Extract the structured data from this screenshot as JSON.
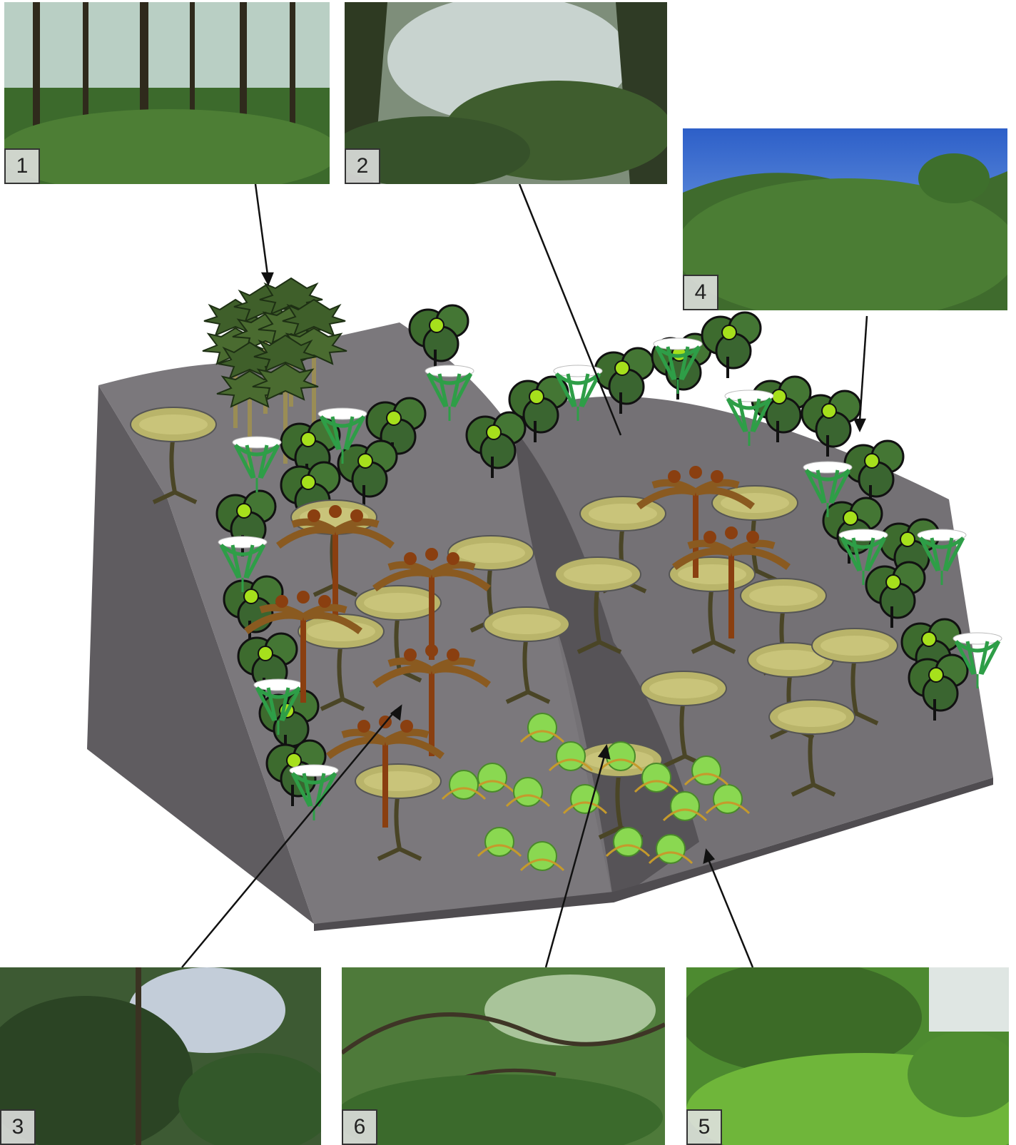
{
  "photos": [
    {
      "id": "p1",
      "label": "1"
    },
    {
      "id": "p2",
      "label": "2"
    },
    {
      "id": "p3",
      "label": "3"
    },
    {
      "id": "p4",
      "label": "4"
    },
    {
      "id": "p5",
      "label": "5"
    },
    {
      "id": "p6",
      "label": "6"
    }
  ],
  "colors": {
    "terrain_top": "#7d7a7d",
    "terrain_front": "#5f5c60",
    "terrain_shadow": "#4f4c50",
    "shrub_dark": "#3d6b2e",
    "shrub_light": "#a6e01c",
    "fern_brown": "#8a3f10",
    "leaf_olive": "#b9b46a",
    "leaf_lightgreen": "#8ad851",
    "arrow": "#111111"
  }
}
